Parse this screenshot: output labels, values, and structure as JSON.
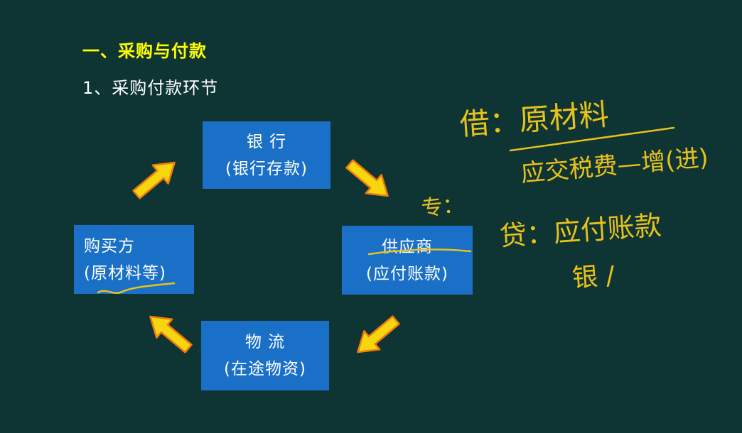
{
  "slide": {
    "title": "一、采购与付款",
    "subtitle": "1、采购付款环节"
  },
  "boxes": {
    "bank": {
      "line1": "银 行",
      "line2": "(银行存款)"
    },
    "supplier": {
      "line1": "供应商",
      "line2": "(应付账款)"
    },
    "logistics": {
      "line1": "物  流",
      "line2": "(在途物资)"
    },
    "buyer": {
      "line1": "购买方",
      "line2": "(原材料等)"
    }
  },
  "handwritten_notes": {
    "debit": "借：原材料",
    "debit_sub": "应交税费—增(进)",
    "note_mark": "专：",
    "credit": "贷：应付账款",
    "credit_sub": "银 /"
  },
  "colors": {
    "background": "#0f3434",
    "title": "#ffff00",
    "box_fill": "#1a70c6",
    "arrow_fill": "#f5d60f",
    "arrow_outline": "#f07a10",
    "handwriting": "#e8c21a"
  }
}
